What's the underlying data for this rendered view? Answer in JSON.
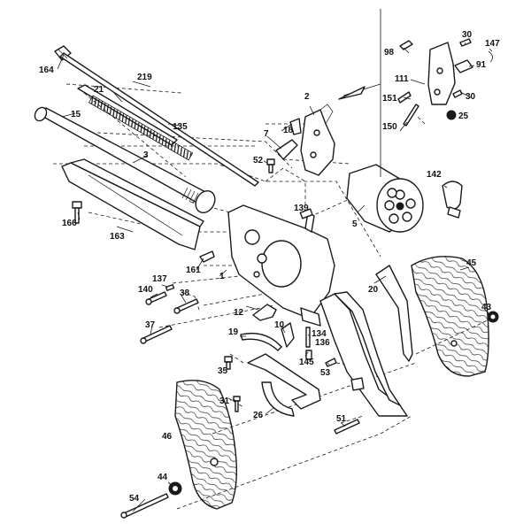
{
  "labels": {
    "n2": "2",
    "n3": "3",
    "n5": "5",
    "n7": "7",
    "n10": "10",
    "n12": "12",
    "n15": "15",
    "n18": "18",
    "n19": "19",
    "n20": "20",
    "n21": "21",
    "n25": "25",
    "n26": "26",
    "n30a": "30",
    "n30b": "30",
    "n31": "31",
    "n35": "35",
    "n37": "37",
    "n38": "38",
    "n43": "43",
    "n44": "44",
    "n45": "45",
    "n46": "46",
    "n51": "51",
    "n52": "52",
    "n53": "53",
    "n54": "54",
    "n91": "91",
    "n98": "98",
    "n111": "111",
    "n134": "134",
    "n135": "135",
    "n136": "136",
    "n137": "137",
    "n139": "139",
    "n140": "140",
    "n142": "142",
    "n145": "145",
    "n147": "147",
    "n150": "150",
    "n151": "151",
    "n161": "161",
    "n163": "163",
    "n164": "164",
    "n166": "166",
    "n219": "219",
    "n1": "1"
  }
}
